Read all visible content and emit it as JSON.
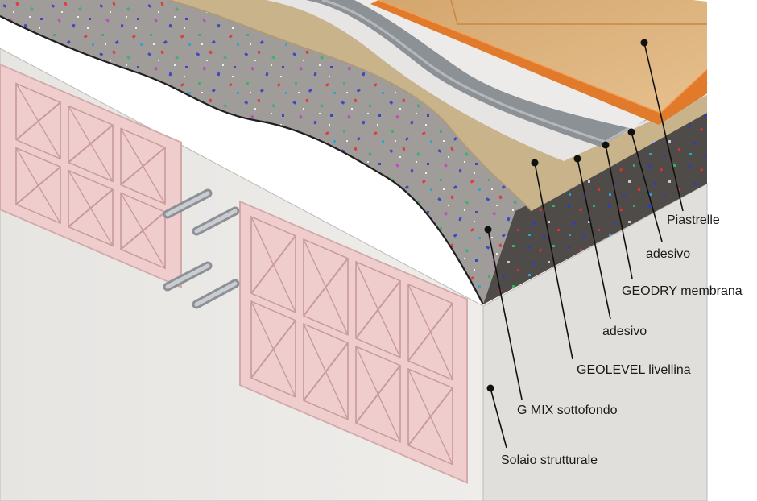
{
  "labels": {
    "piastrelle": "Piastrelle",
    "adesivo_top": "adesivo",
    "geodry": "GEODRY membrana",
    "adesivo_bottom": "adesivo",
    "geolevel": "GEOLEVEL livellina",
    "gmix": "G MIX sottofondo",
    "solaio": "Solaio strutturale"
  },
  "colors": {
    "slab": "#ebe9e6",
    "slab_side": "#e0dedb",
    "brick_fill": "#efcdcd",
    "brick_line": "#c89a9a",
    "screed": "#585452",
    "screed_light": "#a9a6a4",
    "leveller": "#c9b48d",
    "adhesive": "#e9e7e5",
    "membrane": "#8e9398",
    "tile": "#d8ae78",
    "tile_edge": "#e27a2b"
  }
}
